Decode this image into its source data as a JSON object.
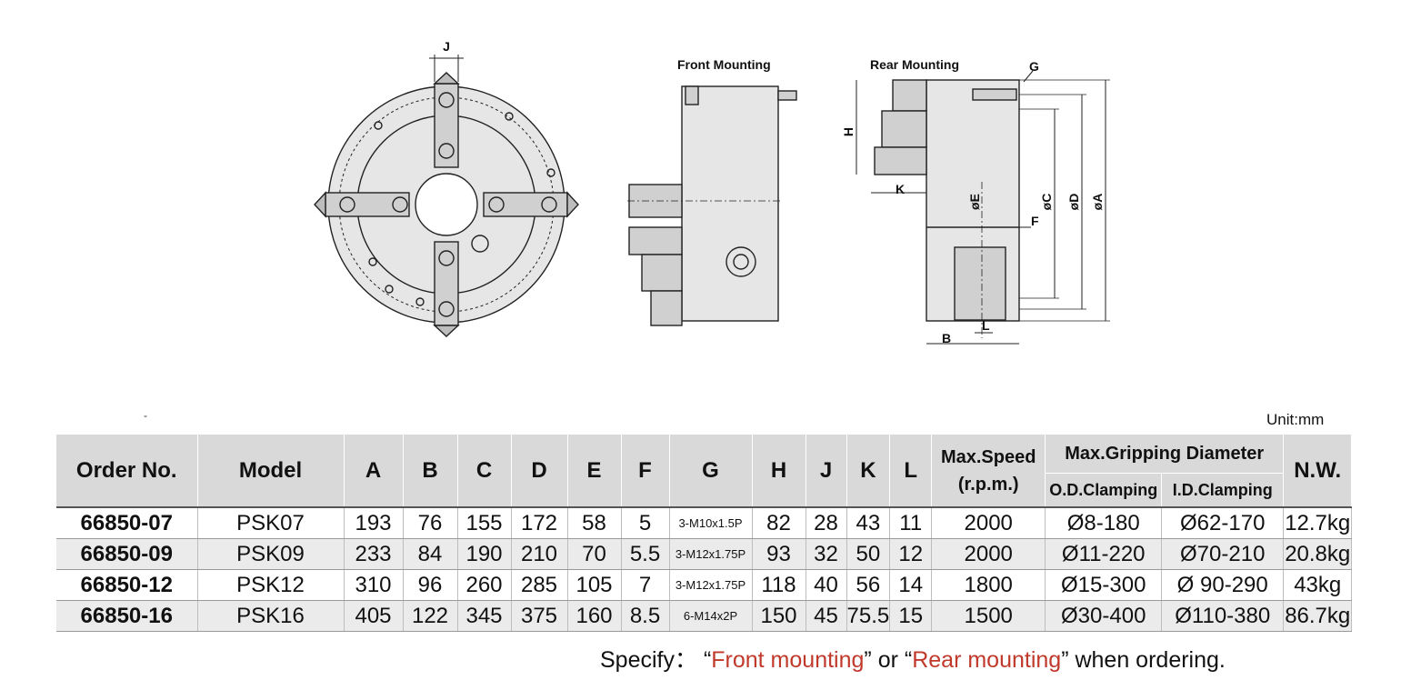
{
  "drawings": {
    "front_label": "Front Mounting",
    "rear_label": "Rear Mounting",
    "dims": {
      "j": "J",
      "g": "G",
      "h": "H",
      "k": "K",
      "e": "øE",
      "c": "øC",
      "d": "øD",
      "a": "øA",
      "f": "F",
      "l": "L",
      "b": "B"
    }
  },
  "dash_mark": "-",
  "unit": "Unit:mm",
  "table": {
    "headers": {
      "order_no": "Order No.",
      "model": "Model",
      "a": "A",
      "b": "B",
      "c": "C",
      "d": "D",
      "e": "E",
      "f": "F",
      "g": "G",
      "h": "H",
      "j": "J",
      "k": "K",
      "l": "L",
      "max_speed_line1": "Max.Speed",
      "max_speed_line2": "(r.p.m.)",
      "max_grip": "Max.Gripping Diameter",
      "od_clamping": "O.D.Clamping",
      "id_clamping": "I.D.Clamping",
      "nw": "N.W."
    },
    "rows": [
      {
        "order_no": "66850-07",
        "model": "PSK07",
        "a": "193",
        "b": "76",
        "c": "155",
        "d": "172",
        "e": "58",
        "f": "5",
        "g": "3-M10x1.5P",
        "h": "82",
        "j": "28",
        "k": "43",
        "l": "11",
        "speed": "2000",
        "od": "Ø8-180",
        "id": "Ø62-170",
        "nw": "12.7kg"
      },
      {
        "order_no": "66850-09",
        "model": "PSK09",
        "a": "233",
        "b": "84",
        "c": "190",
        "d": "210",
        "e": "70",
        "f": "5.5",
        "g": "3-M12x1.75P",
        "h": "93",
        "j": "32",
        "k": "50",
        "l": "12",
        "speed": "2000",
        "od": "Ø11-220",
        "id": "Ø70-210",
        "nw": "20.8kg"
      },
      {
        "order_no": "66850-12",
        "model": "PSK12",
        "a": "310",
        "b": "96",
        "c": "260",
        "d": "285",
        "e": "105",
        "f": "7",
        "g": "3-M12x1.75P",
        "h": "118",
        "j": "40",
        "k": "56",
        "l": "14",
        "speed": "1800",
        "od": "Ø15-300",
        "id": "Ø 90-290",
        "nw": "43kg"
      },
      {
        "order_no": "66850-16",
        "model": "PSK16",
        "a": "405",
        "b": "122",
        "c": "345",
        "d": "375",
        "e": "160",
        "f": "8.5",
        "g": "6-M14x2P",
        "h": "150",
        "j": "45",
        "k": "75.5",
        "l": "15",
        "speed": "1500",
        "od": "Ø30-400",
        "id": "Ø110-380",
        "nw": "86.7kg"
      }
    ]
  },
  "note": {
    "prefix": "Specify：",
    "open_quote_1": "“",
    "front": "Front mounting",
    "close_quote_1": "”",
    "or": "or",
    "open_quote_2": "“",
    "rear": "Rear mounting",
    "close_quote_2": "”",
    "suffix": "when ordering."
  },
  "colors": {
    "header_bg": "#d9d9d9",
    "row_alt": "#ebebeb",
    "note_red": "#c0392b",
    "part_fill": "#e6e6e6"
  }
}
